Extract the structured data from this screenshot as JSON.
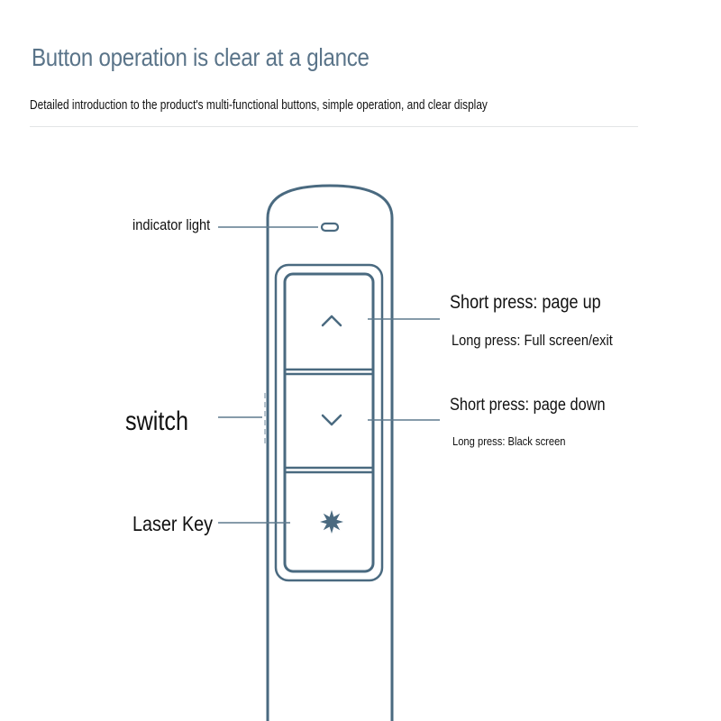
{
  "header": {
    "title": "Button operation is clear at a glance",
    "subtitle": "Detailed introduction to the product's multi-functional buttons, simple operation, and clear display"
  },
  "callouts": {
    "indicator_light": "indicator light",
    "switch": "switch",
    "laser_key": "Laser Key",
    "up_short": "Short press: page up",
    "up_long": "Long press: Full screen/exit",
    "down_short": "Short press: page down",
    "down_long": "Long press: Black screen"
  },
  "icons": {
    "up_button": "chevron-up-icon",
    "down_button": "chevron-down-icon",
    "laser_button": "starburst-icon"
  },
  "colors": {
    "device_outline": "#4a6a80",
    "title_text": "#5a7489",
    "leader_line": "#5f7a8e"
  }
}
